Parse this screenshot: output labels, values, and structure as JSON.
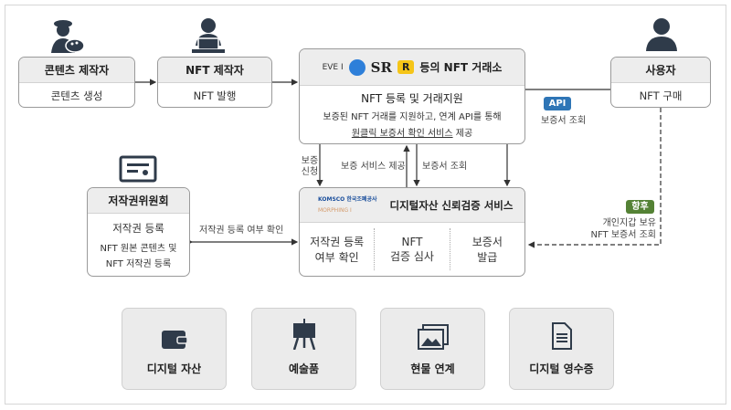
{
  "content_creator": {
    "title": "콘텐츠 제작자",
    "body": "콘텐츠 생성"
  },
  "nft_creator": {
    "title": "NFT 제작자",
    "body": "NFT 발행"
  },
  "exchange": {
    "logos": [
      "EVE I",
      "SR",
      "R"
    ],
    "title": "등의 NFT 거래소",
    "subtitle": "NFT 등록 및 거래지원",
    "line1": "보증된 NFT 거래를 지원하고, 연계 API를 통해",
    "line2_underlined": "원클릭 보증서 확인 서비스",
    "line2_rest": " 제공"
  },
  "user": {
    "title": "사용자",
    "body": "NFT 구매"
  },
  "copyright": {
    "title": "저작권위원회",
    "subtitle": "저작권 등록",
    "line1": "NFT 원본 콘텐츠 및",
    "line2": "NFT 저작권 등록"
  },
  "service": {
    "logos": [
      "KOMSCO 한국조폐공사",
      "MORPHING I"
    ],
    "title": "디지털자산 신뢰검증 서비스",
    "cols": [
      [
        "저작권 등록",
        "여부 확인"
      ],
      [
        "NFT",
        "검증 심사"
      ],
      [
        "보증서",
        "발급"
      ]
    ]
  },
  "edges": {
    "guarantee_request": [
      "보증",
      "신청"
    ],
    "guarantee_service": "보증 서비스 제공",
    "cert_lookup": "보증서 조회",
    "copyright_check": "저작권 등록 여부 확인",
    "api_badge": "API",
    "api_lookup": "보증서 조회",
    "future_badge": "향후",
    "future_line1": "개인지갑 보유",
    "future_line2": "NFT 보증서 조회"
  },
  "cards": [
    {
      "label": "디지털 자산",
      "icon": "wallet-icon"
    },
    {
      "label": "예술품",
      "icon": "easel-icon"
    },
    {
      "label": "현물 연계",
      "icon": "image-icon"
    },
    {
      "label": "디지털 영수증",
      "icon": "document-icon"
    }
  ],
  "colors": {
    "api": "#2e75b6",
    "future": "#548235"
  }
}
